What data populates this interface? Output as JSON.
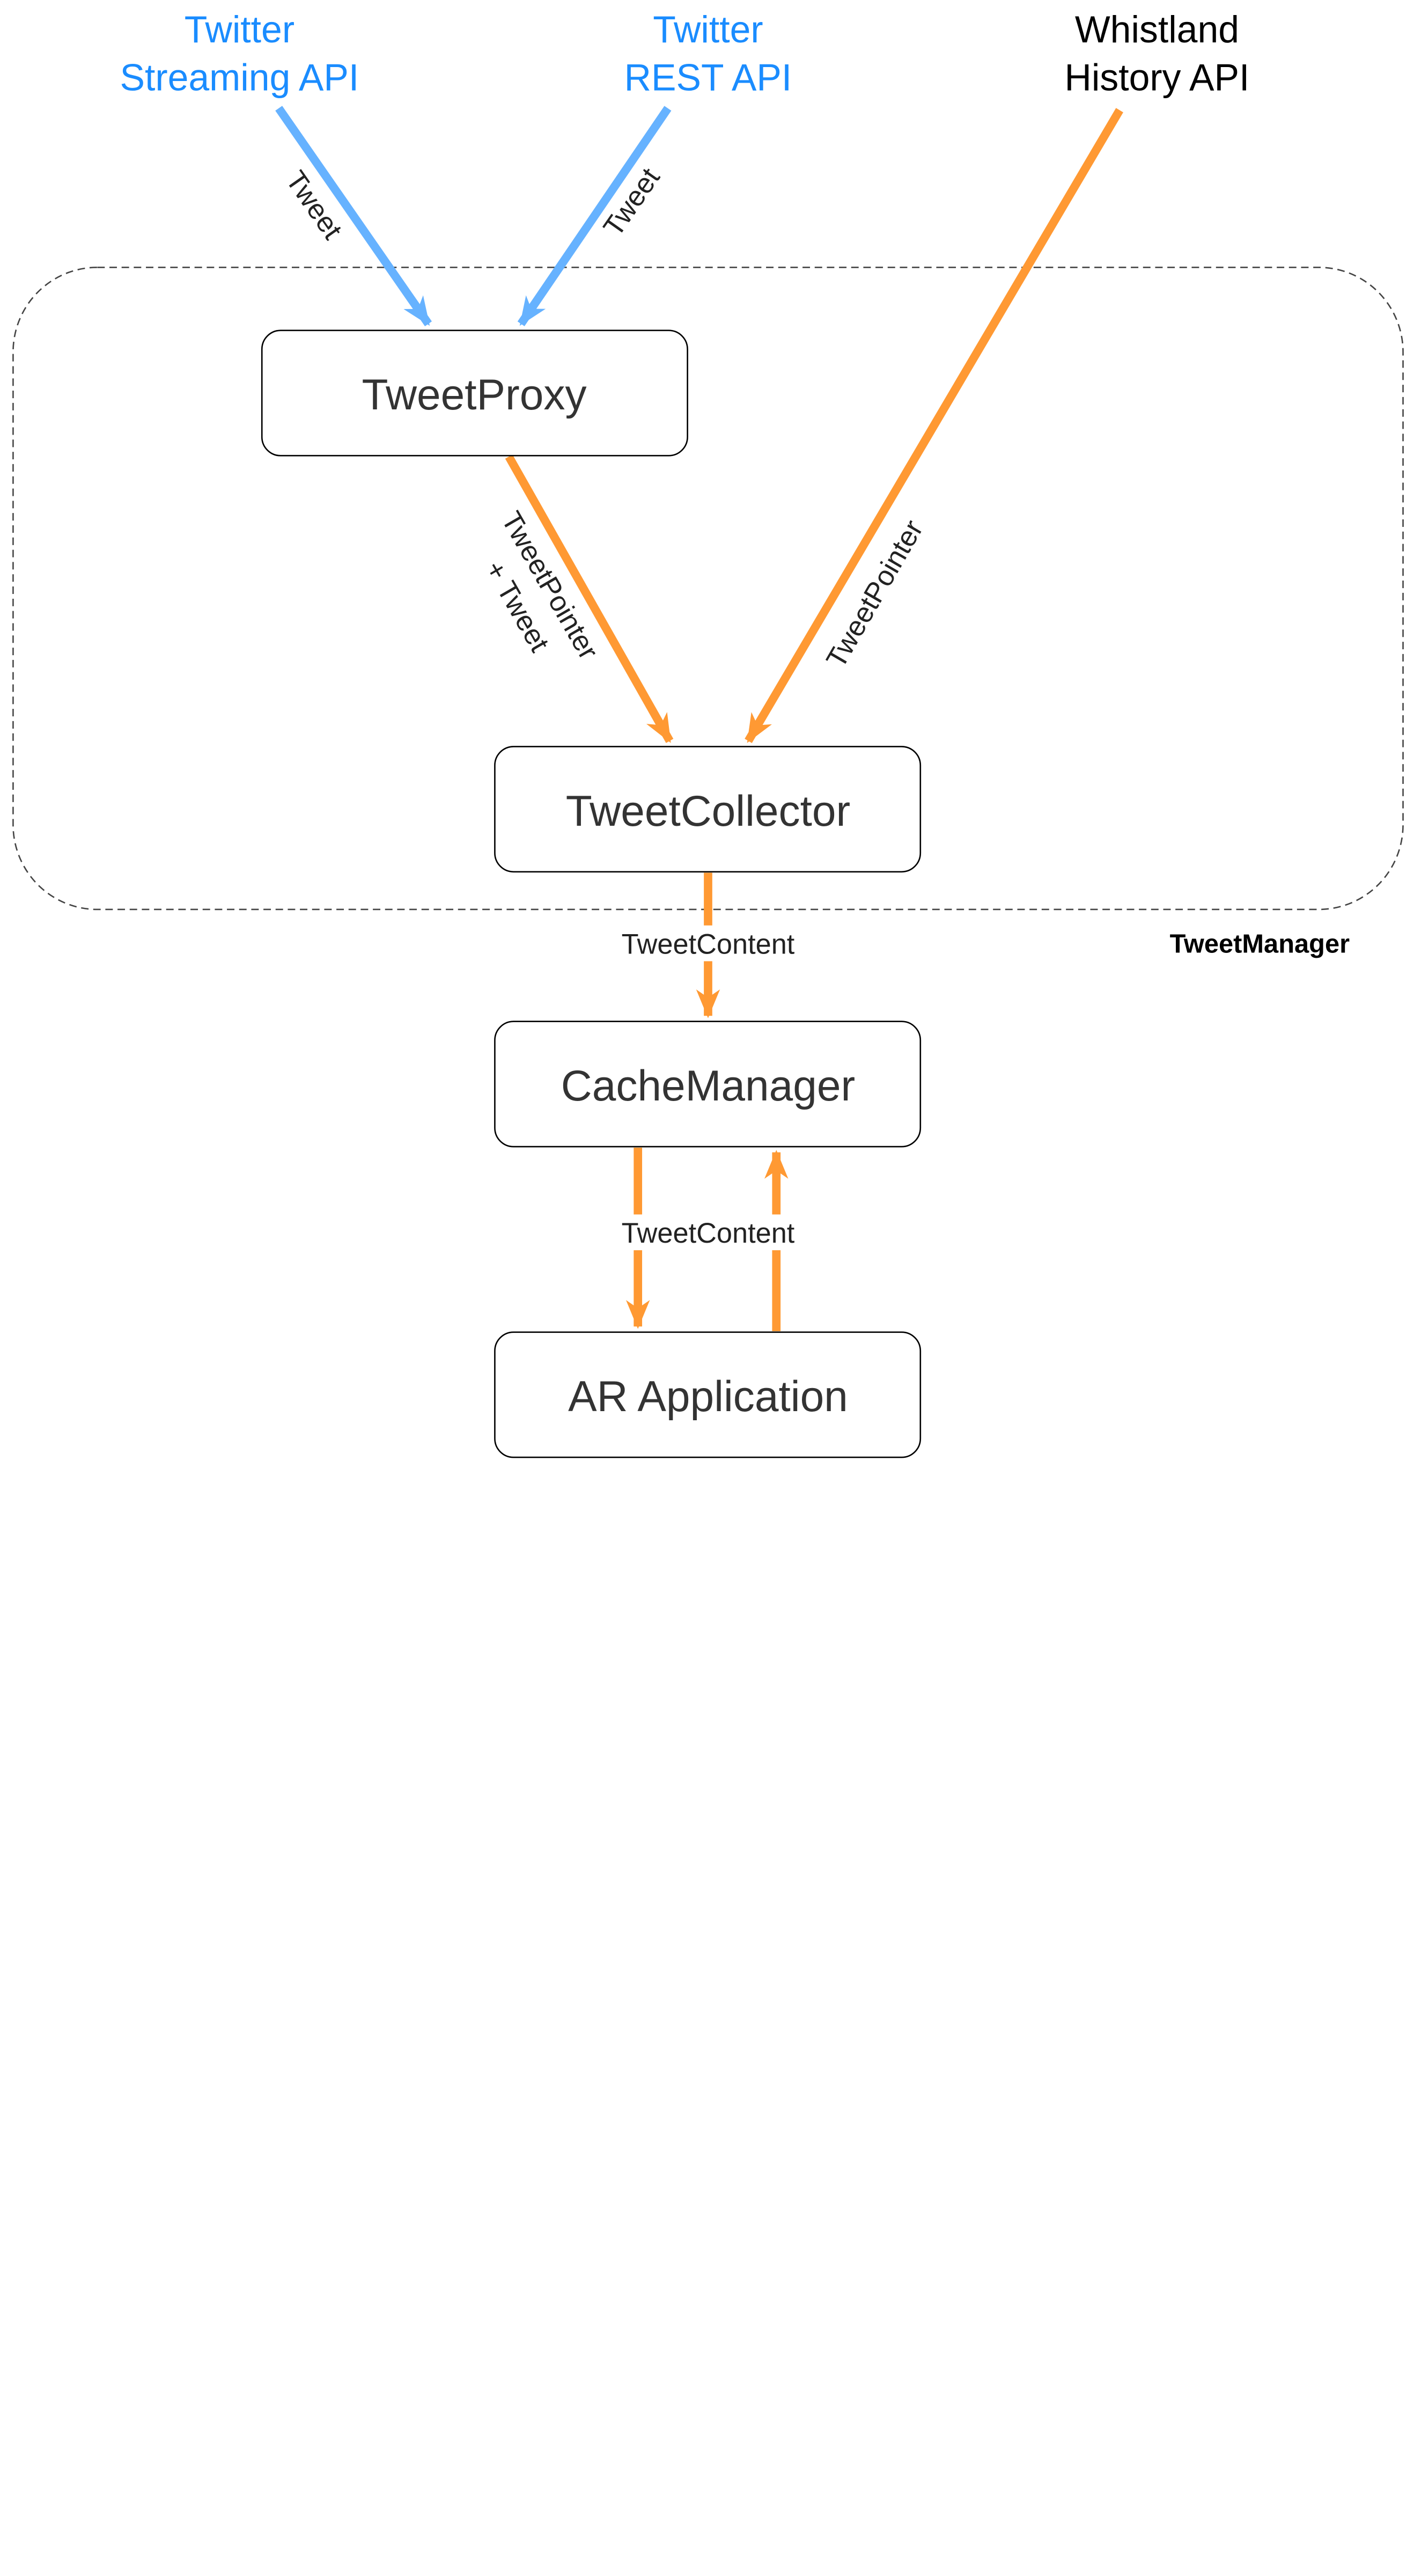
{
  "sources": {
    "streaming": {
      "line1": "Twitter",
      "line2": "Streaming API"
    },
    "rest": {
      "line1": "Twitter",
      "line2": "REST API"
    },
    "history": {
      "line1": "Whistland",
      "line2": "History API"
    }
  },
  "components": {
    "proxy": "TweetProxy",
    "collector": "TweetCollector",
    "cache": "CacheManager",
    "app": "AR Application"
  },
  "group": {
    "label": "TweetManager"
  },
  "edges": {
    "streaming_to_proxy": "Tweet",
    "rest_to_proxy": "Tweet",
    "proxy_to_collector_line1": "TweetPointer",
    "proxy_to_collector_line2": "+ Tweet",
    "history_to_collector": "TweetPointer",
    "collector_to_cache": "TweetContent",
    "cache_app": "TweetContent"
  },
  "colors": {
    "twitter_blue": "#1a8cff",
    "arrow_blue": "#66b2ff",
    "arrow_orange": "#ff9933",
    "text_dark": "#333333",
    "text_black": "#000000"
  }
}
